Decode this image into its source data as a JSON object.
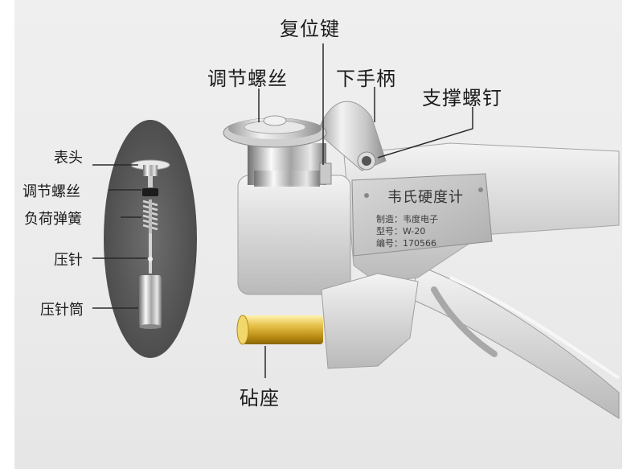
{
  "callouts": {
    "reset_key": "复位键",
    "adjust_screw": "调节螺丝",
    "lower_handle": "下手柄",
    "support_screw": "支撑螺钉",
    "anvil": "砧座"
  },
  "exploded": {
    "head": "表头",
    "adjust_screw": "调节螺丝",
    "load_spring": "负荷弹簧",
    "press_needle": "压针",
    "needle_tube": "压针筒"
  },
  "plate": {
    "title": "韦氏硬度计",
    "rows": [
      {
        "label": "制造：",
        "value": "韦度电子"
      },
      {
        "label": "型号：",
        "value": "W-20"
      },
      {
        "label": "编号：",
        "value": "170566"
      }
    ]
  }
}
